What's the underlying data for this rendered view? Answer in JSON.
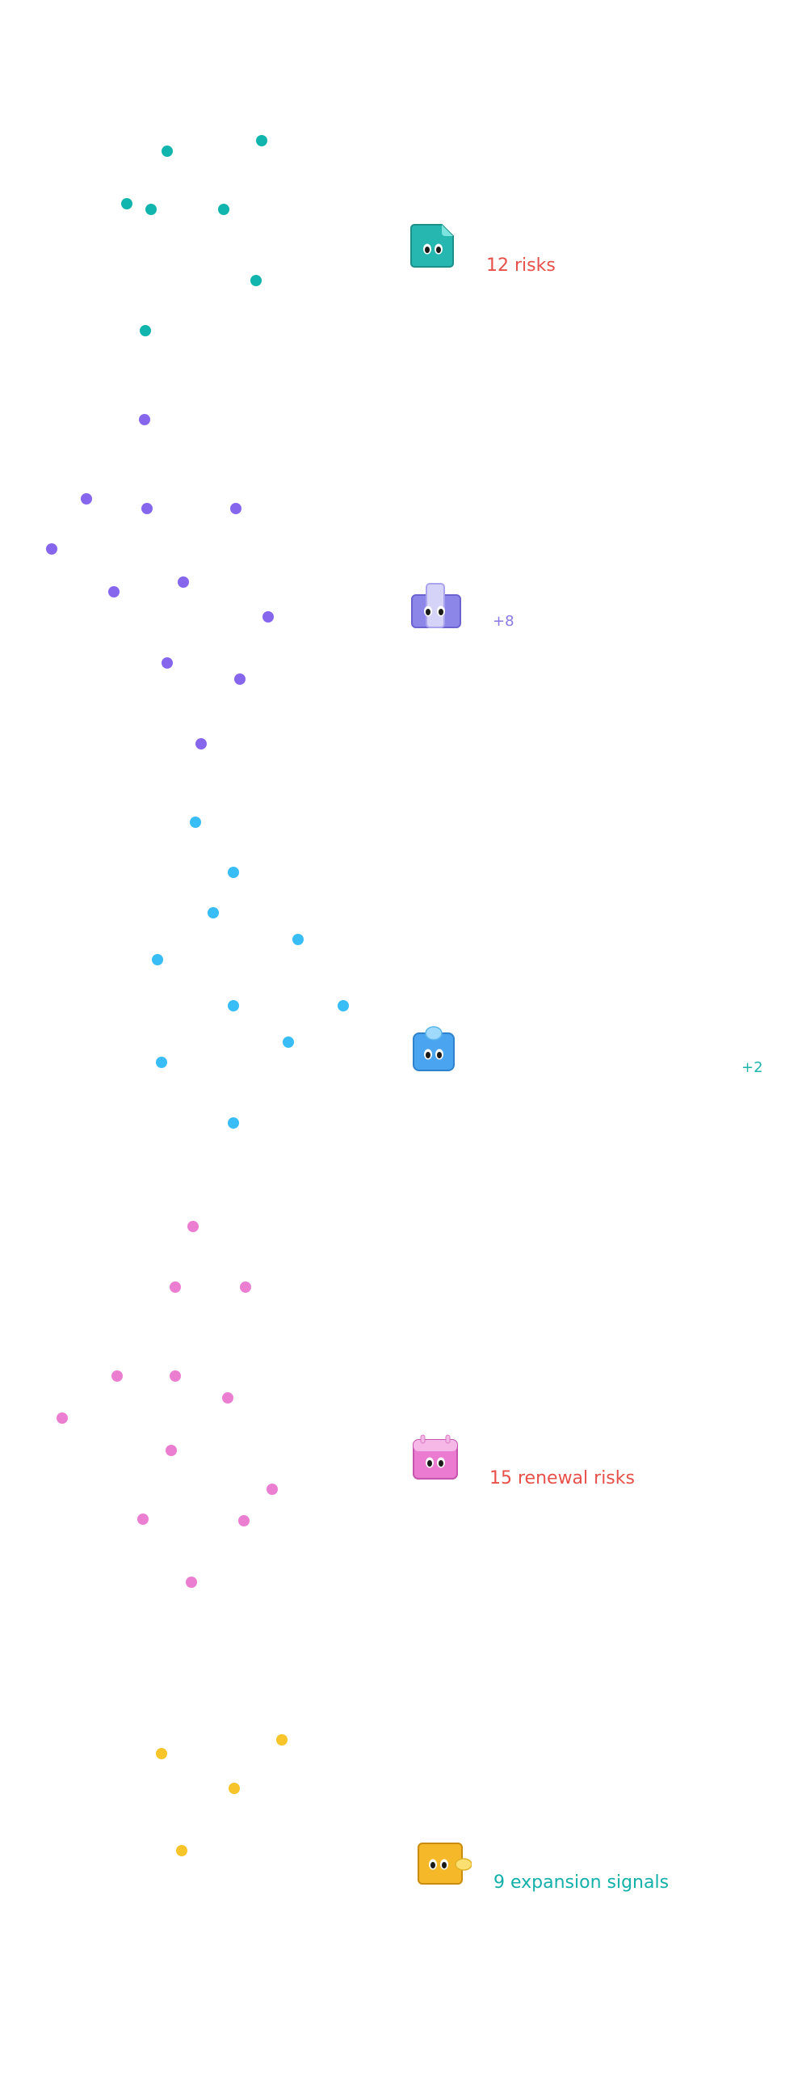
{
  "groups": [
    {
      "id": "teal",
      "mascot_icon": "teal-document-mascot-icon",
      "dot_color": "#12b5ae",
      "label": "12 risks",
      "label_color": "#e8504a"
    },
    {
      "id": "violet",
      "mascot_icon": "violet-building-mascot-icon",
      "dot_color": "#8566ec",
      "label": "+8",
      "label_color": "#8a78e6"
    },
    {
      "id": "blue",
      "mascot_icon": "blue-bubble-mascot-icon",
      "dot_color": "#38bdf6",
      "label": "+2",
      "label_color": "#1fb4ac"
    },
    {
      "id": "pink",
      "mascot_icon": "pink-calendar-mascot-icon",
      "dot_color": "#ec7ed2",
      "label": "15 renewal risks",
      "label_color": "#e8504a"
    },
    {
      "id": "yellow",
      "mascot_icon": "yellow-coin-mascot-icon",
      "dot_color": "#f7c52a",
      "label": "9 expansion signals",
      "label_color": "#13b0aa"
    }
  ]
}
